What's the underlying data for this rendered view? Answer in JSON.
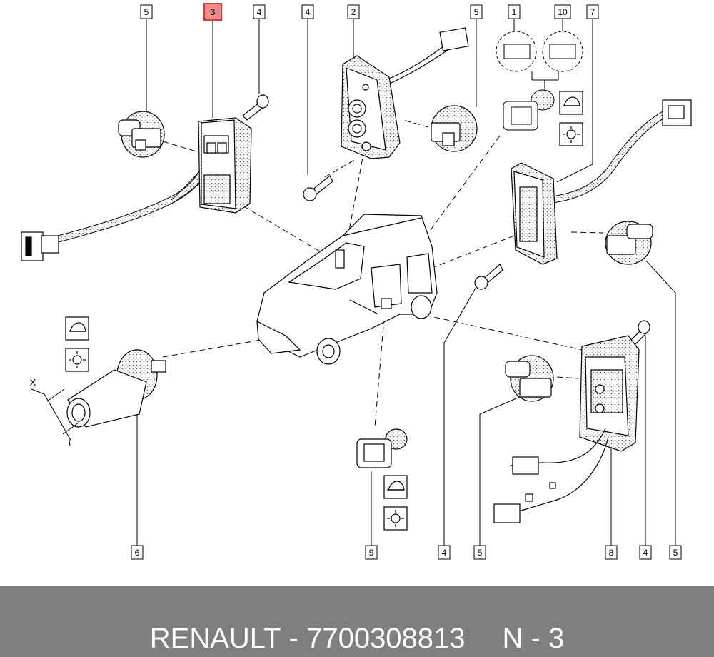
{
  "callouts": [
    {
      "id": "c-5-top-left",
      "label": "5",
      "highlight": false
    },
    {
      "id": "c-3-top",
      "label": "3",
      "highlight": true
    },
    {
      "id": "c-4-top-a",
      "label": "4",
      "highlight": false
    },
    {
      "id": "c-4-top-b",
      "label": "4",
      "highlight": false
    },
    {
      "id": "c-2-top",
      "label": "2",
      "highlight": false
    },
    {
      "id": "c-5-top-mid",
      "label": "5",
      "highlight": false
    },
    {
      "id": "c-1-top",
      "label": "1",
      "highlight": false
    },
    {
      "id": "c-10-top",
      "label": "10",
      "highlight": false
    },
    {
      "id": "c-7-top",
      "label": "7",
      "highlight": false
    },
    {
      "id": "c-6-bottom",
      "label": "6",
      "highlight": false
    },
    {
      "id": "c-9-bottom",
      "label": "9",
      "highlight": false
    },
    {
      "id": "c-4-bottom-a",
      "label": "4",
      "highlight": false
    },
    {
      "id": "c-5-bottom-a",
      "label": "5",
      "highlight": false
    },
    {
      "id": "c-8-bottom",
      "label": "8",
      "highlight": false
    },
    {
      "id": "c-4-bottom-b",
      "label": "4",
      "highlight": false
    },
    {
      "id": "c-5-bottom-b",
      "label": "5",
      "highlight": false
    }
  ],
  "dimension_label": "X",
  "icons": [
    "interior-lamp-icon",
    "bulb-icon"
  ],
  "colors": {
    "highlight_fill": "#f08a8a",
    "highlight_stroke": "#d93a3a",
    "footer_bg": "#7f7f7f",
    "line": "#000000"
  },
  "footer": {
    "brand": "RENAULT",
    "separator": "-",
    "part_number": "7700308813",
    "page": "N - 3"
  }
}
